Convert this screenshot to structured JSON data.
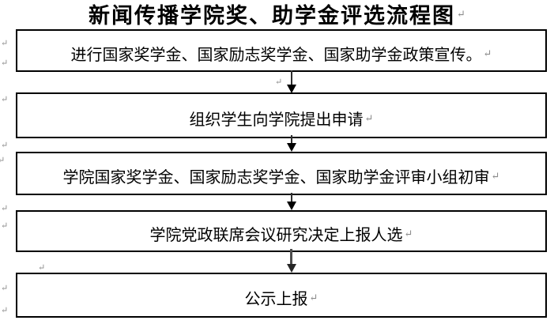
{
  "title": "新闻传播学院奖、助学金评选流程图",
  "flow": {
    "steps": [
      {
        "label": "进行国家奖学金、国家励志奖学金、国家助学金政策宣传。"
      },
      {
        "label": "组织学生向学院提出申请"
      },
      {
        "label": "学院国家奖学金、国家励志奖学金、国家助学金评审小组初审"
      },
      {
        "label": "学院党政联席会议研究决定上报人选"
      },
      {
        "label": "公示上报"
      }
    ]
  },
  "paragraph_mark": "↵",
  "colors": {
    "background": "#ffffff",
    "text": "#000000",
    "box_border": "#000000",
    "arrow_shaft": "#2e2e2e",
    "arrow_head": "#000000",
    "paragraph_mark": "#8a8a8a"
  }
}
